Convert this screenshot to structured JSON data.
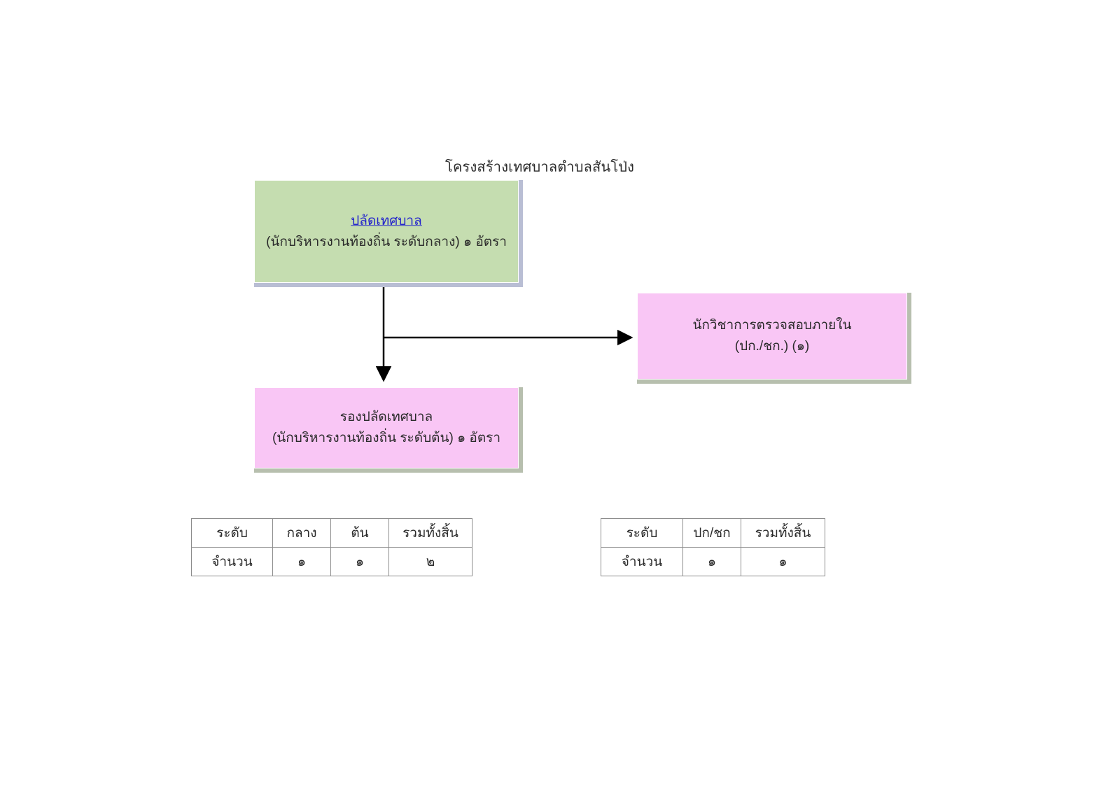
{
  "page": {
    "title": "โครงสร้างเทศบาลตำบลสันโป่ง",
    "background_color": "#ffffff"
  },
  "colors": {
    "green_box": "#c5ddb0",
    "green_box_shadow": "#b9bed4",
    "pink_box": "#f9c6f5",
    "pink_box_shadow": "#b7bfae",
    "link_text": "#2222cc",
    "body_text": "#2b2b2b",
    "connector_line": "#000000",
    "table_border": "#8c8c8c"
  },
  "nodes": [
    {
      "id": "clerk",
      "name": "municipal-clerk",
      "style": "green",
      "title": "ปลัดเทศบาล",
      "title_is_link": true,
      "subtitle": "(นักบริหารงานท้องถิ่น ระดับกลาง) ๑ อัตรา"
    },
    {
      "id": "deputy",
      "name": "deputy-municipal-clerk",
      "style": "pink",
      "title": "รองปลัดเทศบาล",
      "title_is_link": false,
      "subtitle": "(นักบริหารงานท้องถิ่น ระดับต้น) ๑ อัตรา"
    },
    {
      "id": "auditor",
      "name": "internal-audit-officer",
      "style": "pink",
      "title": "นักวิชาการตรวจสอบภายใน",
      "title_is_link": false,
      "subtitle": "(ปก./ชก.) (๑)"
    }
  ],
  "connectors": [
    {
      "name": "clerk-to-auditor",
      "from": "clerk",
      "to": "auditor",
      "direction": "right"
    },
    {
      "name": "clerk-to-deputy",
      "from": "clerk",
      "to": "deputy",
      "direction": "down"
    }
  ],
  "legend_left": {
    "name": "legend-table-management-levels",
    "rows": [
      [
        "ระดับ",
        "กลาง",
        "ต้น",
        "รวมทั้งสิ้น"
      ],
      [
        "จำนวน",
        "๑",
        "๑",
        "๒"
      ]
    ]
  },
  "legend_right": {
    "name": "legend-table-audit-levels",
    "rows": [
      [
        "ระดับ",
        "ปก/ชก",
        "รวมทั้งสิ้น"
      ],
      [
        "จำนวน",
        "๑",
        "๑"
      ]
    ]
  }
}
